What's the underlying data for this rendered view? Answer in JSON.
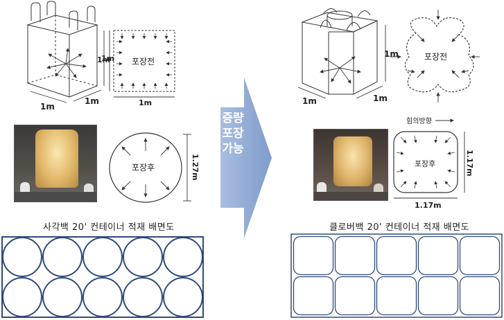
{
  "left": {
    "dim_height": "1m",
    "dim_depth_a": "1m",
    "dim_depth_b": "1m",
    "flat_label": "포장전",
    "flat_dim_side": "1m",
    "flat_dim_bottom": "1m",
    "round_label": "포장후",
    "round_dim": "1.27m",
    "caption": "사각백 20' 컨테이너 적재 배면도",
    "grid": {
      "rows": 2,
      "cols": 5
    }
  },
  "center": {
    "arrow_text": "증량포장가능",
    "arrow_color": "#8fa9d0"
  },
  "right": {
    "dim_height": "1m",
    "dim_depth_a": "1m",
    "dim_depth_b": "1m",
    "flat_label": "포장전",
    "force_label": "힘의방향",
    "square_label": "포장후",
    "square_dim_side": "1.17m",
    "square_dim_bottom": "1.17m",
    "caption": "클로버백 20' 컨테이너 적재 배면도",
    "grid": {
      "rows": 2,
      "cols": 5
    }
  },
  "colors": {
    "grid_stroke": "#2e4a7d",
    "line": "#333333"
  }
}
